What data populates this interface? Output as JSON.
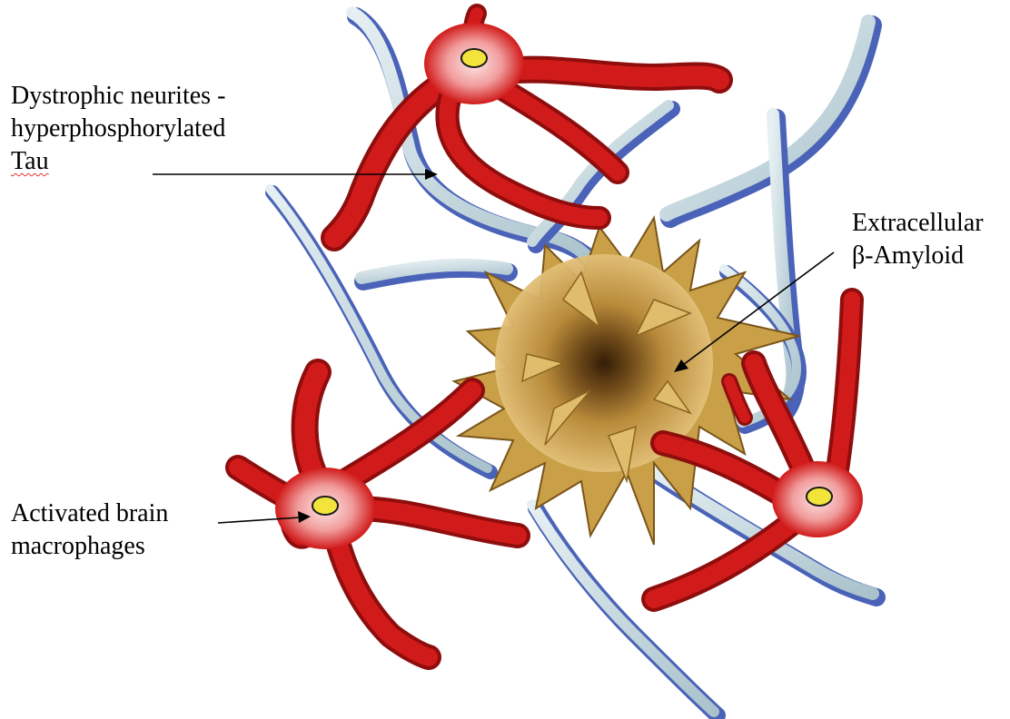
{
  "labels": {
    "tau": {
      "line1": "Dystrophic neurites -",
      "line2": "hyperphosphorylated",
      "line3": "Tau"
    },
    "amyloid": {
      "line1": "Extracellular",
      "line2": "β-Amyloid"
    },
    "macrophages": {
      "line1": "Activated brain",
      "line2": "macrophages"
    }
  },
  "colors": {
    "neurite_light": "#c9dde3",
    "neurite_edge": "#4a63b8",
    "macrophage": "#d11a1a",
    "macrophage_dark": "#8e0d0d",
    "macrophage_core": "#f6c9c9",
    "nucleus": "#f2e43a",
    "plaque_gold": "#c9a048",
    "plaque_dark": "#3b2407",
    "arrow": "#000000"
  },
  "icons": {
    "nucleus": "yellow-oval-nucleus",
    "plaque": "spiky-amyloid-plaque"
  }
}
